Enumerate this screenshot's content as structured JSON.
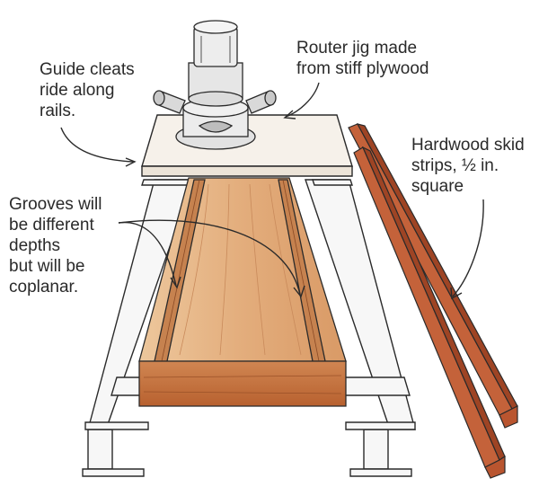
{
  "labels": {
    "guide_cleats": [
      "Guide cleats",
      "ride along",
      "rails."
    ],
    "router_jig": [
      "Router jig made",
      "from stiff plywood"
    ],
    "hardwood_skid": [
      "Hardwood skid",
      "strips, ½ in.",
      "square"
    ],
    "grooves": [
      "Grooves will",
      "be different",
      "depths",
      "but will be",
      "coplanar."
    ]
  },
  "colors": {
    "ink": "#2a2a2a",
    "wood_light": "#e8b98c",
    "wood_mid": "#d99a66",
    "wood_dark": "#c06f3e",
    "wood_edge": "#b8612f",
    "skid_red": "#c4623a",
    "skid_dark": "#9e4424",
    "jig_plywood": "#f6f1ea",
    "rail_white": "#f7f7f7",
    "router_gray": "#d9d9d9"
  }
}
